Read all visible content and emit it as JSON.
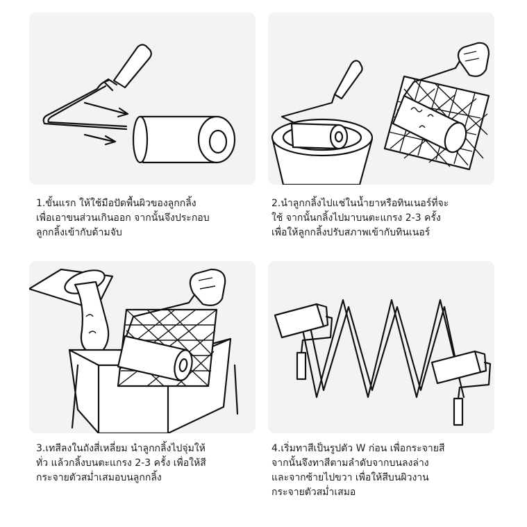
{
  "steps": [
    {
      "lines": [
        "1.ขั้นแรก ให้ใช้มือปัดพื้นผิวของลูกกลิ้ง",
        "เพื่อเอาขนส่วนเกินออก จากนั้นจึงประกอบ",
        "ลูกกลิ้งเข้ากับด้ามจับ"
      ]
    },
    {
      "lines": [
        "2.นำลูกกลิ้งไปแช่ในน้ำยาหรือทินเนอร์ที่จะ",
        "ใช้ จากนั้นกลิ้งไปมาบนตะแกรง 2-3 ครั้ง",
        "เพื่อให้ลูกกลิ้งปรับสภาพเข้ากับทินเนอร์"
      ]
    },
    {
      "lines": [
        "3.เทสีลงในถังสี่เหลี่ยม นำลูกกลิ้งไปจุ่มให้",
        "ทั่ว แล้วกลิ้งบนตะแกรง 2-3 ครั้ง เพื่อให้สี",
        "กระจายตัวสม่ำเสมอบนลูกกลิ้ง"
      ]
    },
    {
      "lines": [
        "4.เริ่มทาสีเป็นรูปตัว W ก่อน เพื่อกระจายสี",
        "จากนั้นจึงทาสีตามลำดับจากบนลงล่าง",
        "และจากซ้ายไปขวา เพื่อให้สีบนผิวงาน",
        "กระจายตัวสม่ำเสมอ"
      ]
    }
  ]
}
